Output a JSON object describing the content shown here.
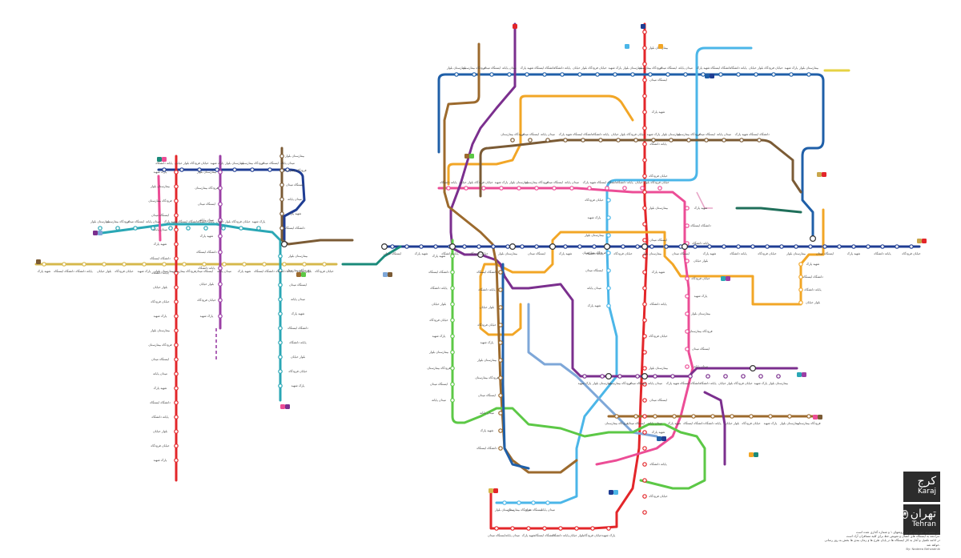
{
  "legend": {
    "karaj_fa": "کرج",
    "karaj_en": "Karaj",
    "tehran_fa": "تهران",
    "tehran_en": "Tehran",
    "emblem": "❀"
  },
  "notes": [
    "در مجموعه خودرویی ام این روشهای ۱ و شماره گذاری شده است.",
    "مراجعه به ایستگاه های اتصال و تعویض خط برای کلیه مسافران آزاد است.",
    "در ادامه تکمیل و آغاز به کار ایستگاه ها در پایان طرح ها و زمان بندی ها بخش به روز رسانی خواهد شد."
  ],
  "credit": "By: Nadeea Behzadnik",
  "lines": [
    {
      "id": "tehran-1",
      "color": "#e3262a"
    },
    {
      "id": "tehran-2",
      "color": "#1f3d93"
    },
    {
      "id": "tehran-3",
      "color": "#4bb6e8"
    },
    {
      "id": "tehran-4",
      "color": "#f2a626"
    },
    {
      "id": "tehran-5",
      "color": "#1a8a7a"
    },
    {
      "id": "tehran-6",
      "color": "#ec4d96"
    },
    {
      "id": "tehran-7",
      "color": "#7b2f8e"
    },
    {
      "id": "tehran-8",
      "color": "#7ea7d8"
    },
    {
      "id": "tehran-9",
      "color": "#7b5b35"
    },
    {
      "id": "tehran-10",
      "color": "#9c6a2d"
    },
    {
      "id": "tehran-11",
      "color": "#5cc846"
    },
    {
      "id": "tehran-ring",
      "color": "#1f5fa8"
    },
    {
      "id": "karaj-1",
      "color": "#1f3d93"
    },
    {
      "id": "karaj-2",
      "color": "#c9a64b"
    },
    {
      "id": "karaj-3",
      "color": "#e3262a"
    },
    {
      "id": "karaj-4",
      "color": "#2aa7b5"
    },
    {
      "id": "karaj-5",
      "color": "#9b3fa5"
    },
    {
      "id": "karaj-6",
      "color": "#ec4d96"
    },
    {
      "id": "karaj-7",
      "color": "#7b5b35"
    },
    {
      "id": "express",
      "color": "#d6b84c"
    }
  ],
  "labels": {
    "w1": "ایستگاه",
    "w2": "میدان",
    "w3": "شهید",
    "w4": "دانشگاه",
    "w5": "پایانه",
    "w6": "بلوار",
    "w7": "خیابان",
    "w8": "پارک",
    "w9": "بیمارستان",
    "w10": "فرودگاه"
  }
}
